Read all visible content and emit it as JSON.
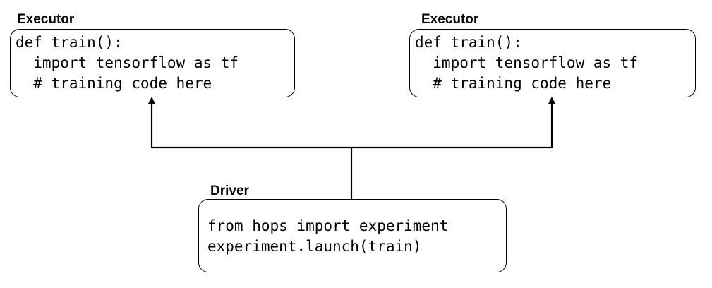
{
  "executor_left": {
    "label": "Executor",
    "code": [
      "def train():",
      "  import tensorflow as tf",
      "  # training code here"
    ]
  },
  "executor_right": {
    "label": "Executor",
    "code": [
      "def train():",
      "  import tensorflow as tf",
      "  # training code here"
    ]
  },
  "driver": {
    "label": "Driver",
    "code": [
      "from hops import experiment",
      "experiment.launch(train)"
    ]
  }
}
